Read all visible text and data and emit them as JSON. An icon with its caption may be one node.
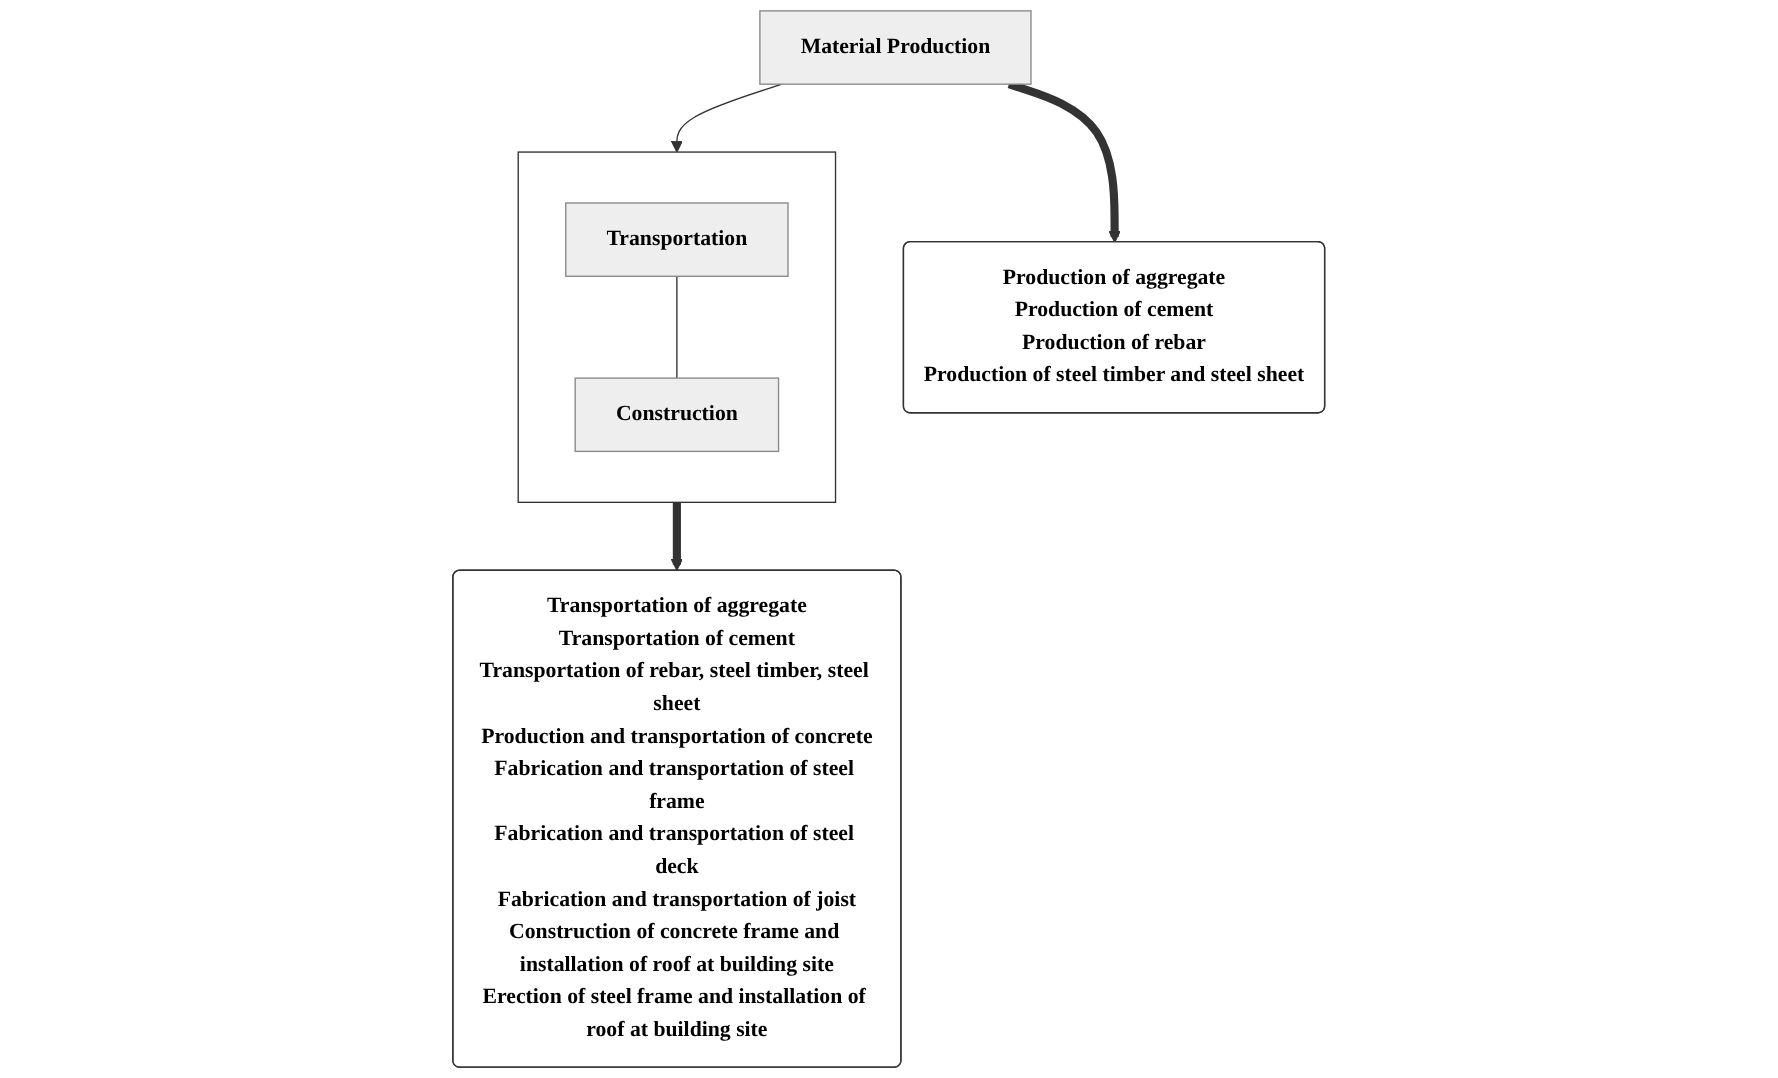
{
  "diagram": {
    "nodes": [
      {
        "text": [
          "Production of aggregate",
          "Production of cement",
          "Production of rebar",
          "Production of steel timber and steel sheet"
        ]
      },
      {
        "text": [
          "Material Production"
        ]
      },
      {
        "text": [],
        "shape": "box"
      },
      {
        "text": [
          "Transportation"
        ],
        "in": 2
      },
      {
        "text": [
          "Construction"
        ],
        "in": 2
      },
      {
        "text": [
          "Transportation of aggregate",
          "Transportation of cement",
          "Transportation of rebar, steel timber, steel sheet",
          "Production and transportation of concrete",
          "Fabrication and transportation of steel frame",
          "Fabrication and transportation of steel deck",
          "Fabrication and transportation of joist",
          "Construction of concrete frame and installation of roof at building site",
          "Erection of steel frame and installation of roof at building site"
        ]
      }
    ],
    "edges": [
      {
        "from": 1,
        "to": 0,
        "arrow": "to",
        "style": "thick"
      },
      {
        "from": 1,
        "to": 2,
        "arrow": "to"
      },
      {
        "from": 3,
        "to": 4,
        "arrow": "none"
      },
      {
        "from": 2,
        "to": 5,
        "arrow": "to",
        "style": "thick"
      }
    ]
  }
}
